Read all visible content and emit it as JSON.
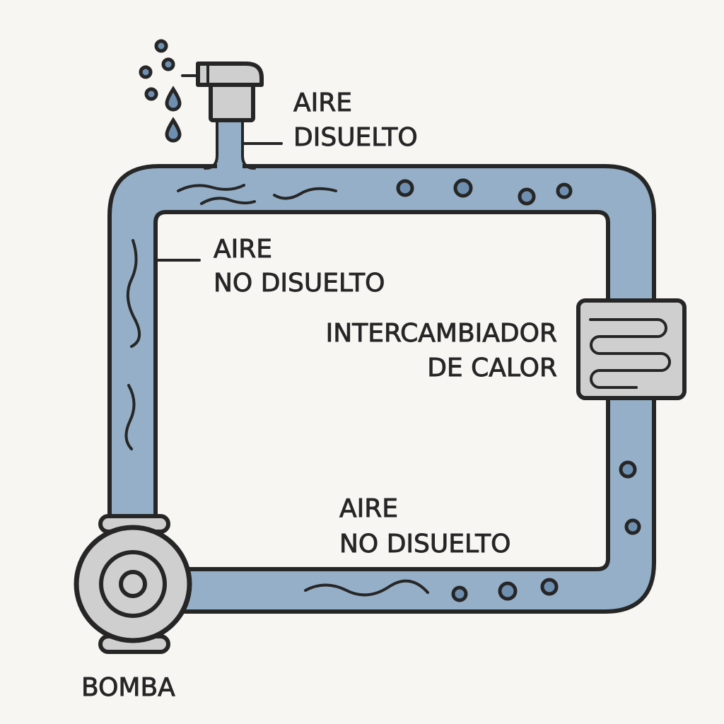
{
  "title": "Circuito de agua con aire disuelto y no disuelto",
  "labels": {
    "vent_line1": "AIRE",
    "vent_line2": "DISUELTO",
    "left_line1": "AIRE",
    "left_line2": "NO DISUELTO",
    "hx_line1": "INTERCAMBIADOR",
    "hx_line2": "DE CALOR",
    "bottom_line1": "AIRE",
    "bottom_line2": "NO DISUELTO",
    "pump": "BOMBA"
  },
  "colors": {
    "water": "#94afc7",
    "metal": "#cfcfcf",
    "outline": "#262626",
    "bubble": "#6f8fb0",
    "background": "#f7f6f2"
  },
  "icons": [
    "air-vent-icon",
    "heat-exchanger-icon",
    "pump-icon",
    "air-bubble-icon",
    "water-drop-icon"
  ]
}
